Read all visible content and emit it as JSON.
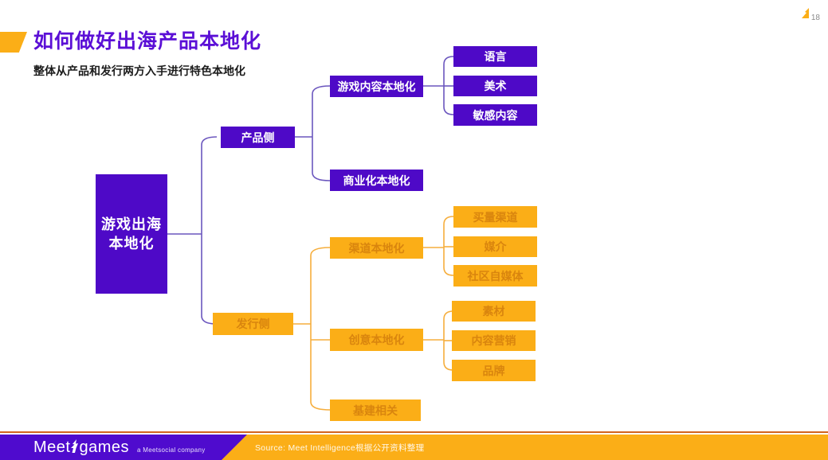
{
  "page": {
    "number": "18"
  },
  "header": {
    "title": "如何做好出海产品本地化",
    "subtitle": "整体从产品和发行两方入手进行特色本地化"
  },
  "tree": {
    "root": {
      "line1": "游戏出海",
      "line2": "本地化"
    },
    "product_side": "产品侧",
    "publish_side": "发行侧",
    "content_loc": "游戏内容本地化",
    "commercial_loc": "商业化本地化",
    "channel_loc": "渠道本地化",
    "creative_loc": "创意本地化",
    "infra": "基建相关",
    "content_children": [
      "语言",
      "美术",
      "敏感内容"
    ],
    "channel_children": [
      "买量渠道",
      "媒介",
      "社区自媒体"
    ],
    "creative_children": [
      "素材",
      "内容营销",
      "品牌"
    ]
  },
  "footer": {
    "logo_part1": "Meet",
    "logo_part2": "games",
    "tagline": "a Meetsocial company",
    "source": "Source: Meet Intelligence根据公开资料整理"
  },
  "icons": {
    "page_marker": "torch-icon",
    "logo_mark": "torch-icon"
  },
  "colors": {
    "brand_purple": "#4E09C7",
    "title_purple": "#5B0FD6",
    "brand_orange": "#FBAE17",
    "orange_text": "#D9850E",
    "purple_line": "#6B56BE",
    "orange_line": "#F6AE3D",
    "footer_purple": "#4F0BCE"
  }
}
